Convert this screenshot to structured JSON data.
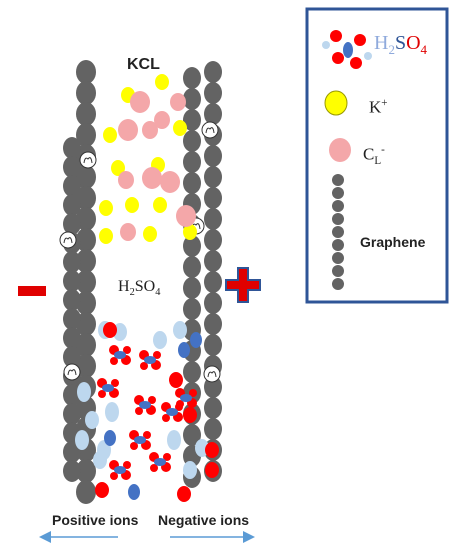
{
  "diagram": {
    "top_label": "KCL",
    "middle_label": {
      "main": "H",
      "sub1": "2",
      "mid": "SO",
      "sub2": "4"
    },
    "bottom_labels": {
      "positive": "Positive ions",
      "negative": "Negative ions"
    },
    "polarity": {
      "left": "−",
      "right": "+"
    }
  },
  "legend": {
    "h2so4": {
      "h": "H",
      "sub1": "2",
      "s": "S",
      "o": "O",
      "sub2": "4"
    },
    "k_ion": {
      "main": "K",
      "sup": "+"
    },
    "cl_ion": {
      "main": "C",
      "sub": "L",
      "sup": "-"
    },
    "graphene": "Graphene"
  },
  "colors": {
    "graphene": "#636363",
    "k_ion": "#ffff00",
    "cl_ion": "#f4a7a9",
    "oxygen": "#ff0000",
    "sulfur": "#4472c4",
    "hydrogen": "#bdd7ee",
    "legend_border": "#2f5597",
    "minus": "#e00000",
    "plus_fill": "#e00000",
    "plus_border": "#2f5597",
    "arrow": "#5b9bd5"
  }
}
